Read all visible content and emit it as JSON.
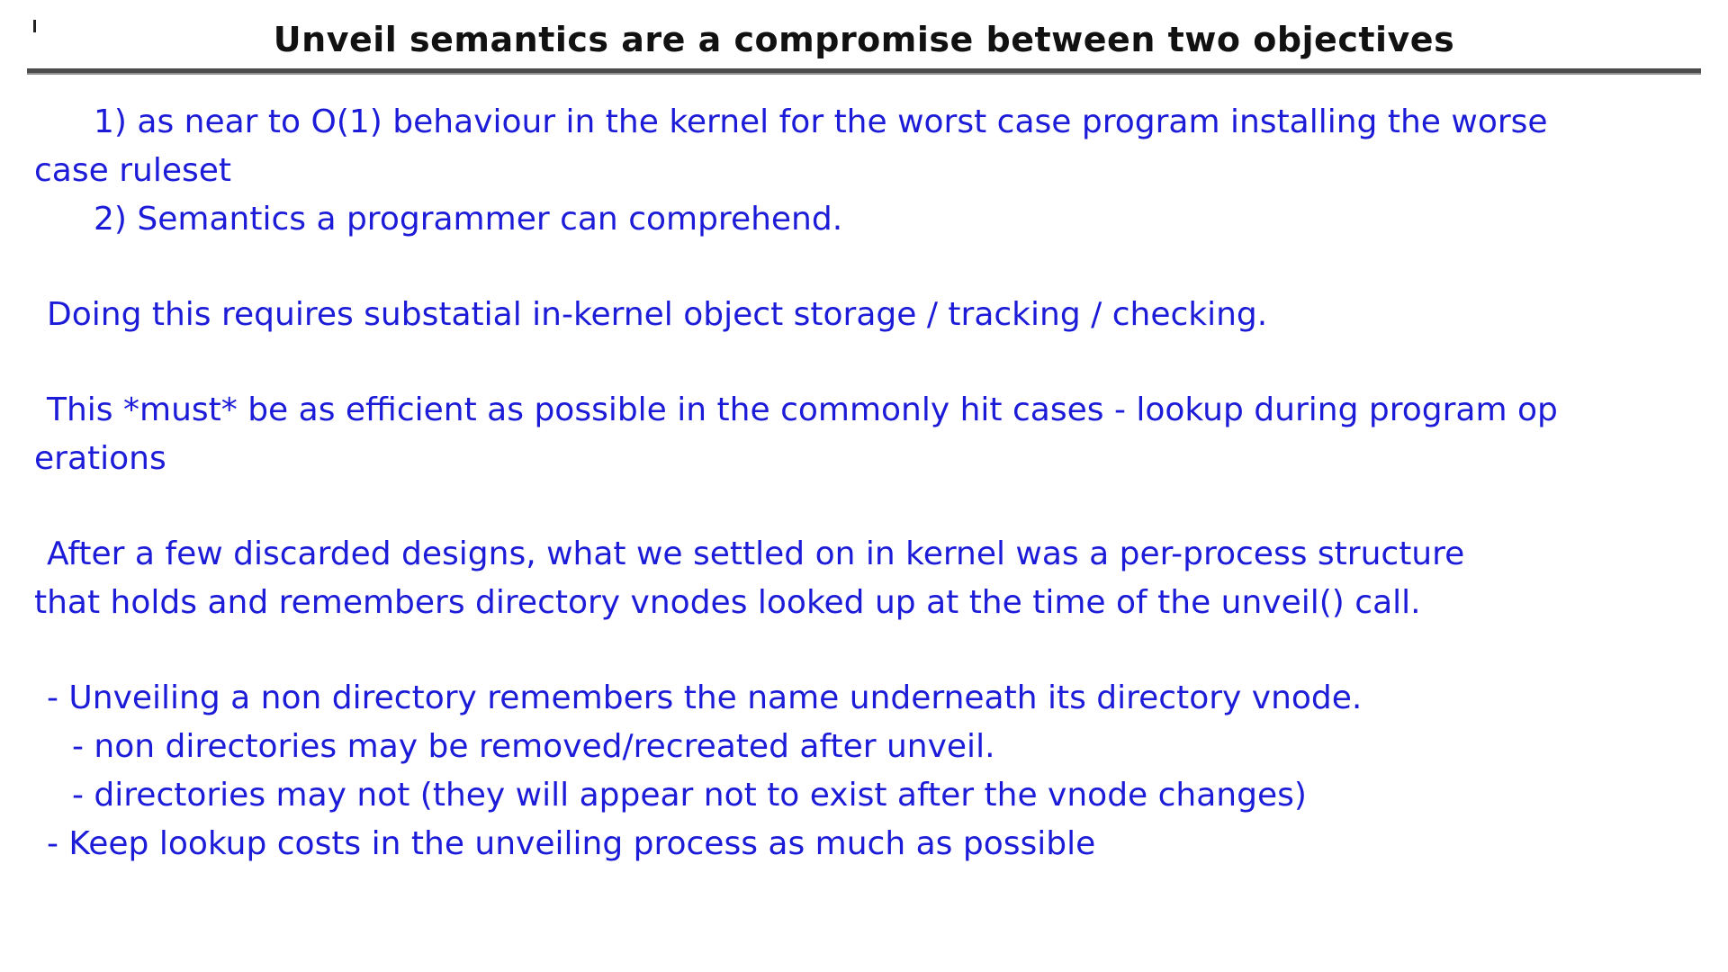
{
  "slide": {
    "title": "Unveil semantics are a compromise between two objectives",
    "colors": {
      "title": "#111111",
      "text": "#1c1cd8",
      "rule_dark": "#4c4c4c",
      "rule_light": "#909090"
    },
    "lines": [
      {
        "text": "1) as near to O(1) behaviour in the kernel for the worst case program installing the worse"
      },
      {
        "text": "case ruleset"
      },
      {
        "text": "2) Semantics a programmer can comprehend."
      },
      {
        "text": ""
      },
      {
        "text": "Doing this requires substatial in-kernel object storage / tracking / checking."
      },
      {
        "text": ""
      },
      {
        "text": "This *must* be as efficient as possible in the commonly hit cases - lookup during program op"
      },
      {
        "text": "erations"
      },
      {
        "text": ""
      },
      {
        "text": "After a few discarded designs, what we settled on in kernel was a per-process structure"
      },
      {
        "text": "that holds and remembers directory vnodes looked up at the time of the unveil() call."
      },
      {
        "text": ""
      },
      {
        "text": "- Unveiling a non directory remembers the name underneath its directory vnode."
      },
      {
        "text": "- non directories may be removed/recreated after unveil."
      },
      {
        "text": "- directories may not (they will appear not to exist after the vnode changes)"
      },
      {
        "text": "- Keep lookup costs in the unveiling process as much as possible"
      }
    ]
  }
}
